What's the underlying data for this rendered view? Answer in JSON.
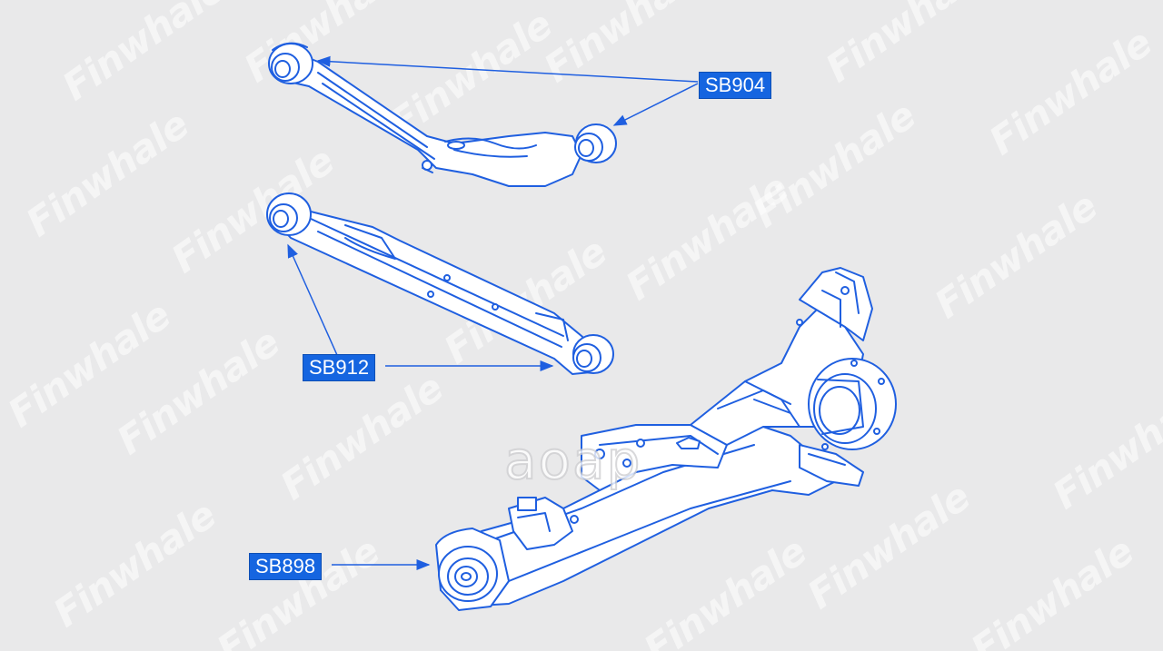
{
  "watermark_text": "Finwhale",
  "center_logo_text": "aoap",
  "labels": {
    "sb904": "SB904",
    "sb912": "SB912",
    "sb898": "SB898"
  },
  "colors": {
    "background": "#e9e9ea",
    "line": "#1f5fe0",
    "label_bg": "#1565e0",
    "label_text": "#ffffff"
  }
}
